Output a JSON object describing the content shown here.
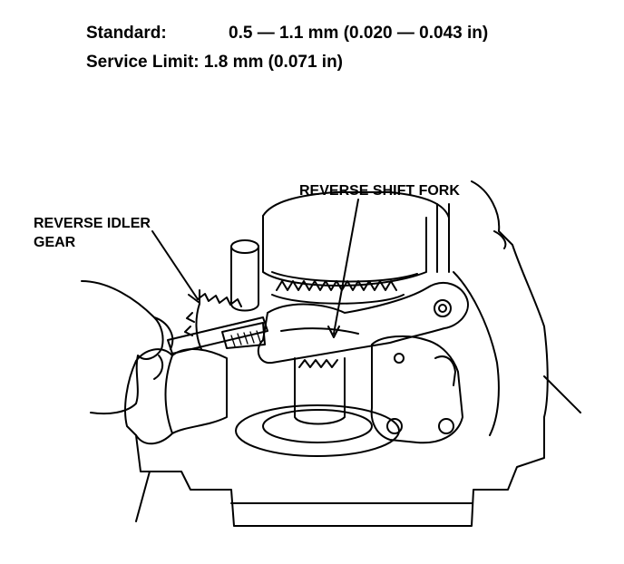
{
  "specs": {
    "standard_label": "Standard:",
    "standard_value": "0.5 — 1.1 mm (0.020 — 0.043 in)",
    "service_label": "Service Limit:",
    "service_value": "1.8 mm (0.071 in)"
  },
  "callouts": {
    "reverse_shift_fork": "REVERSE SHIFT FORK",
    "reverse_idler_gear_line1": "REVERSE IDLER",
    "reverse_idler_gear_line2": "GEAR"
  },
  "colors": {
    "ink": "#000000",
    "paper": "#ffffff"
  }
}
